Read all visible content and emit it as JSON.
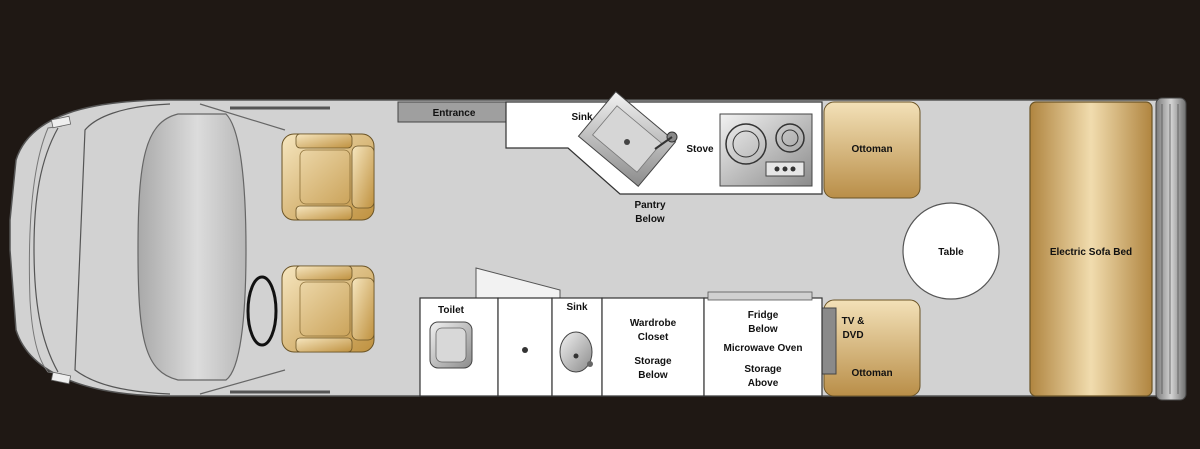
{
  "labels": {
    "entrance": "Entrance",
    "sink_galley": "Sink",
    "stove": "Stove",
    "pantry": "Pantry",
    "pantry_below": "Below",
    "ottoman_top": "Ottoman",
    "table": "Table",
    "sofa_bed": "Electric Sofa Bed",
    "toilet": "Toilet",
    "sink_bath": "Sink",
    "wardrobe": "Wardrobe",
    "closet": "Closet",
    "storage_below_1": "Storage",
    "storage_below_2": "Below",
    "fridge": "Fridge",
    "fridge_below": "Below",
    "microwave": "Microwave Oven",
    "storage_above_1": "Storage",
    "storage_above_2": "Above",
    "tv": "TV &",
    "dvd": "DVD",
    "ottoman_bottom": "Ottoman"
  },
  "colors": {
    "background": "#1f1814",
    "floor": "#d2d2d2",
    "wood": "#c8a258",
    "cabinet": "#ffffff",
    "outline": "#333333"
  }
}
